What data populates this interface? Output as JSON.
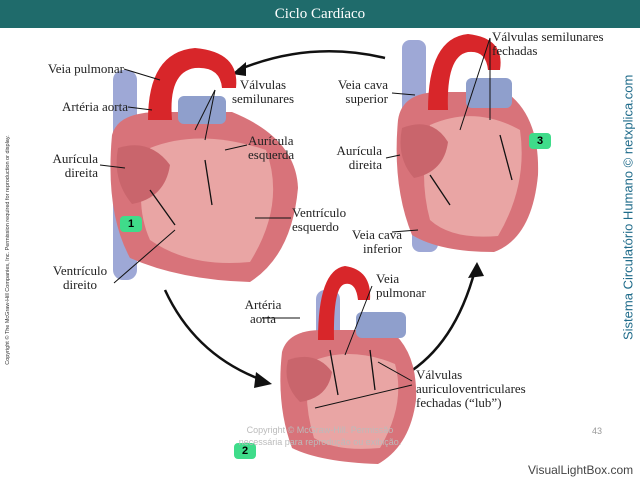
{
  "title": "Ciclo Cardíaco",
  "labels": {
    "veia_pulmonar_1": "Veia pulmonar",
    "arteria_aorta_1": "Artéria aorta",
    "auricula_direita_1_a": "Aurícula",
    "auricula_direita_1_b": "direita",
    "valvulas_semilunares_1_a": "Válvulas",
    "valvulas_semilunares_1_b": "semilunares",
    "auricula_esquerda_1_a": "Aurícula",
    "auricula_esquerda_1_b": "esquerda",
    "ventriculo_esquerdo_1_a": "Ventrículo",
    "ventriculo_esquerdo_1_b": "esquerdo",
    "ventriculo_direito_1_a": "Ventrículo",
    "ventriculo_direito_1_b": "direito",
    "valvulas_fechadas_3_a": "Válvulas semilunares",
    "valvulas_fechadas_3_b": "fechadas",
    "veia_cava_superior_a": "Veia cava",
    "veia_cava_superior_b": "superior",
    "auricula_direita_3_a": "Aurícula",
    "auricula_direita_3_b": "direita",
    "veia_cava_inferior_a": "Veia cava",
    "veia_cava_inferior_b": "inferior",
    "veia_pulmonar_2_a": "Veia",
    "veia_pulmonar_2_b": "pulmonar",
    "arteria_aorta_2_a": "Artéria",
    "arteria_aorta_2_b": "aorta",
    "valvulas_av_a": "Válvulas",
    "valvulas_av_b": "auriculoventriculares",
    "valvulas_av_c": "fechadas (“lub”)"
  },
  "badges": [
    "1",
    "2",
    "3"
  ],
  "side_right": "Sistema Circulatório Humano © netxplica.com",
  "side_left": "Copyright © The McGraw-Hill Companies, Inc. Permission required for reproduction or display.",
  "footer_a": "Copyright © McGraw-Hill. Permissão",
  "footer_b": "necessária para reprodução ou exibição.",
  "page_number": "43",
  "watermark": "VisualLightBox.com",
  "colors": {
    "title_bg": "#1f6b6b",
    "badge": "#3fdc8a",
    "aorta": "#d8262a",
    "vein": "#8f9fcc",
    "muscle": "#d88a8f"
  }
}
